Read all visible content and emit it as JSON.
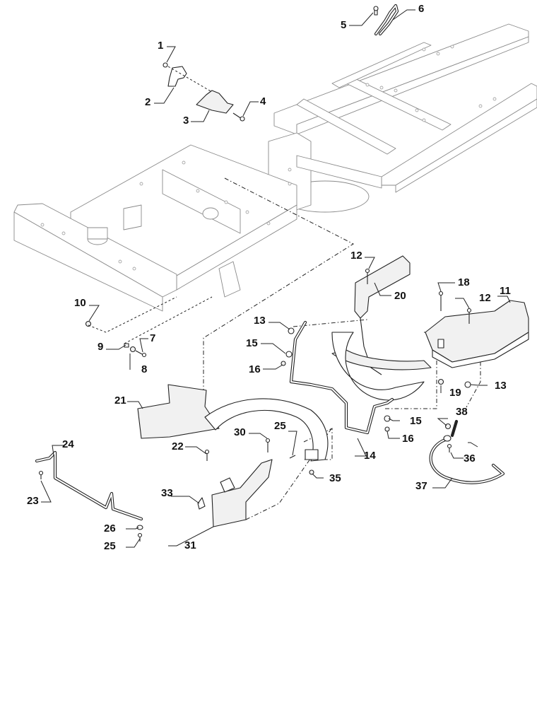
{
  "diagram": {
    "type": "exploded-parts-diagram",
    "subject": "chassis frame with deck mounting brackets, guards and linkage rods",
    "callouts": [
      {
        "id": "c1",
        "label": "1",
        "part": "nut"
      },
      {
        "id": "c2",
        "label": "2",
        "part": "clamp bracket"
      },
      {
        "id": "c3",
        "label": "3",
        "part": "cover plate"
      },
      {
        "id": "c4",
        "label": "4",
        "part": "screw"
      },
      {
        "id": "c5",
        "label": "5",
        "part": "screw"
      },
      {
        "id": "c6",
        "label": "6",
        "part": "wire clip"
      },
      {
        "id": "c7",
        "label": "7",
        "part": "bolt"
      },
      {
        "id": "c8",
        "label": "8",
        "part": "washer"
      },
      {
        "id": "c9",
        "label": "9",
        "part": "spacer"
      },
      {
        "id": "c10",
        "label": "10",
        "part": "nut"
      },
      {
        "id": "c11",
        "label": "11",
        "part": "right guard"
      },
      {
        "id": "c12a",
        "label": "12",
        "part": "screw"
      },
      {
        "id": "c12b",
        "label": "12",
        "part": "screw"
      },
      {
        "id": "c13a",
        "label": "13",
        "part": "washer"
      },
      {
        "id": "c13b",
        "label": "13",
        "part": "washer"
      },
      {
        "id": "c14",
        "label": "14",
        "part": "linkage rod"
      },
      {
        "id": "c15a",
        "label": "15",
        "part": "washer"
      },
      {
        "id": "c15b",
        "label": "15",
        "part": "washer"
      },
      {
        "id": "c16a",
        "label": "16",
        "part": "nut"
      },
      {
        "id": "c16b",
        "label": "16",
        "part": "nut"
      },
      {
        "id": "c18",
        "label": "18",
        "part": "screw"
      },
      {
        "id": "c19",
        "label": "19",
        "part": "nut"
      },
      {
        "id": "c20",
        "label": "20",
        "part": "bracket"
      },
      {
        "id": "c21",
        "label": "21",
        "part": "left guard"
      },
      {
        "id": "c22",
        "label": "22",
        "part": "screw"
      },
      {
        "id": "c23",
        "label": "23",
        "part": "screw"
      },
      {
        "id": "c24",
        "label": "24",
        "part": "rod"
      },
      {
        "id": "c25a",
        "label": "25",
        "part": "screw"
      },
      {
        "id": "c25b",
        "label": "25",
        "part": "screw"
      },
      {
        "id": "c26",
        "label": "26",
        "part": "washer"
      },
      {
        "id": "c30",
        "label": "30",
        "part": "screw"
      },
      {
        "id": "c31",
        "label": "31",
        "part": "front guard"
      },
      {
        "id": "c33",
        "label": "33",
        "part": "clip"
      },
      {
        "id": "c35",
        "label": "35",
        "part": "nut"
      },
      {
        "id": "c36",
        "label": "36",
        "part": "screw"
      },
      {
        "id": "c37",
        "label": "37",
        "part": "hoop rod"
      },
      {
        "id": "c38",
        "label": "38",
        "part": "nut"
      }
    ]
  }
}
